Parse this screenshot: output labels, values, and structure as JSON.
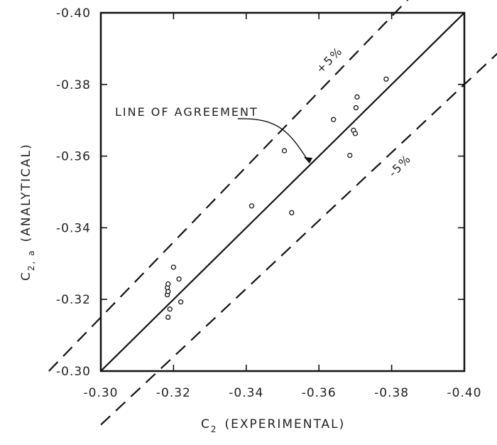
{
  "chart_data": {
    "type": "scatter",
    "x_axis": {
      "label_main": "C",
      "label_sub": "2",
      "label_rest": "(EXPERIMENTAL)",
      "range": [
        -0.3,
        -0.4
      ],
      "ticks": [
        -0.3,
        -0.32,
        -0.34,
        -0.36,
        -0.38,
        -0.4
      ],
      "tick_labels": [
        "-0.30",
        "-0.32",
        "-0.34",
        "-0.36",
        "-0.38",
        "-0.40"
      ]
    },
    "y_axis": {
      "label_main": "C",
      "label_sub": "2, a",
      "label_rest": "(ANALYTICAL)",
      "range": [
        -0.3,
        -0.4
      ],
      "ticks": [
        -0.3,
        -0.32,
        -0.34,
        -0.36,
        -0.38,
        -0.4
      ],
      "tick_labels": [
        "-0.30",
        "-0.32",
        "-0.34",
        "-0.36",
        "-0.38",
        "-0.40"
      ]
    },
    "grid": false,
    "lines": [
      {
        "kind": "agreement",
        "style": "solid",
        "factor": 1.0
      },
      {
        "kind": "plus",
        "style": "dashed",
        "factor": 1.05,
        "label": "+5%"
      },
      {
        "kind": "minus",
        "style": "dashed",
        "factor": 0.95,
        "label": "-5%"
      }
    ],
    "annotation": {
      "text": "LINE OF AGREEMENT",
      "points_to": [
        -0.358,
        -0.358
      ]
    },
    "points": [
      {
        "x": -0.3185,
        "y": -0.315
      },
      {
        "x": -0.319,
        "y": -0.3173
      },
      {
        "x": -0.3183,
        "y": -0.3213
      },
      {
        "x": -0.3185,
        "y": -0.3222
      },
      {
        "x": -0.3183,
        "y": -0.3233
      },
      {
        "x": -0.3185,
        "y": -0.3243
      },
      {
        "x": -0.32,
        "y": -0.329
      },
      {
        "x": -0.3215,
        "y": -0.3257
      },
      {
        "x": -0.322,
        "y": -0.3193
      },
      {
        "x": -0.3415,
        "y": -0.3461
      },
      {
        "x": -0.3505,
        "y": -0.3615
      },
      {
        "x": -0.3525,
        "y": -0.3442
      },
      {
        "x": -0.364,
        "y": -0.3702
      },
      {
        "x": -0.3685,
        "y": -0.3602
      },
      {
        "x": -0.3695,
        "y": -0.3672
      },
      {
        "x": -0.37,
        "y": -0.3663
      },
      {
        "x": -0.3702,
        "y": -0.3735
      },
      {
        "x": -0.3705,
        "y": -0.3765
      },
      {
        "x": -0.3785,
        "y": -0.3815
      }
    ]
  }
}
